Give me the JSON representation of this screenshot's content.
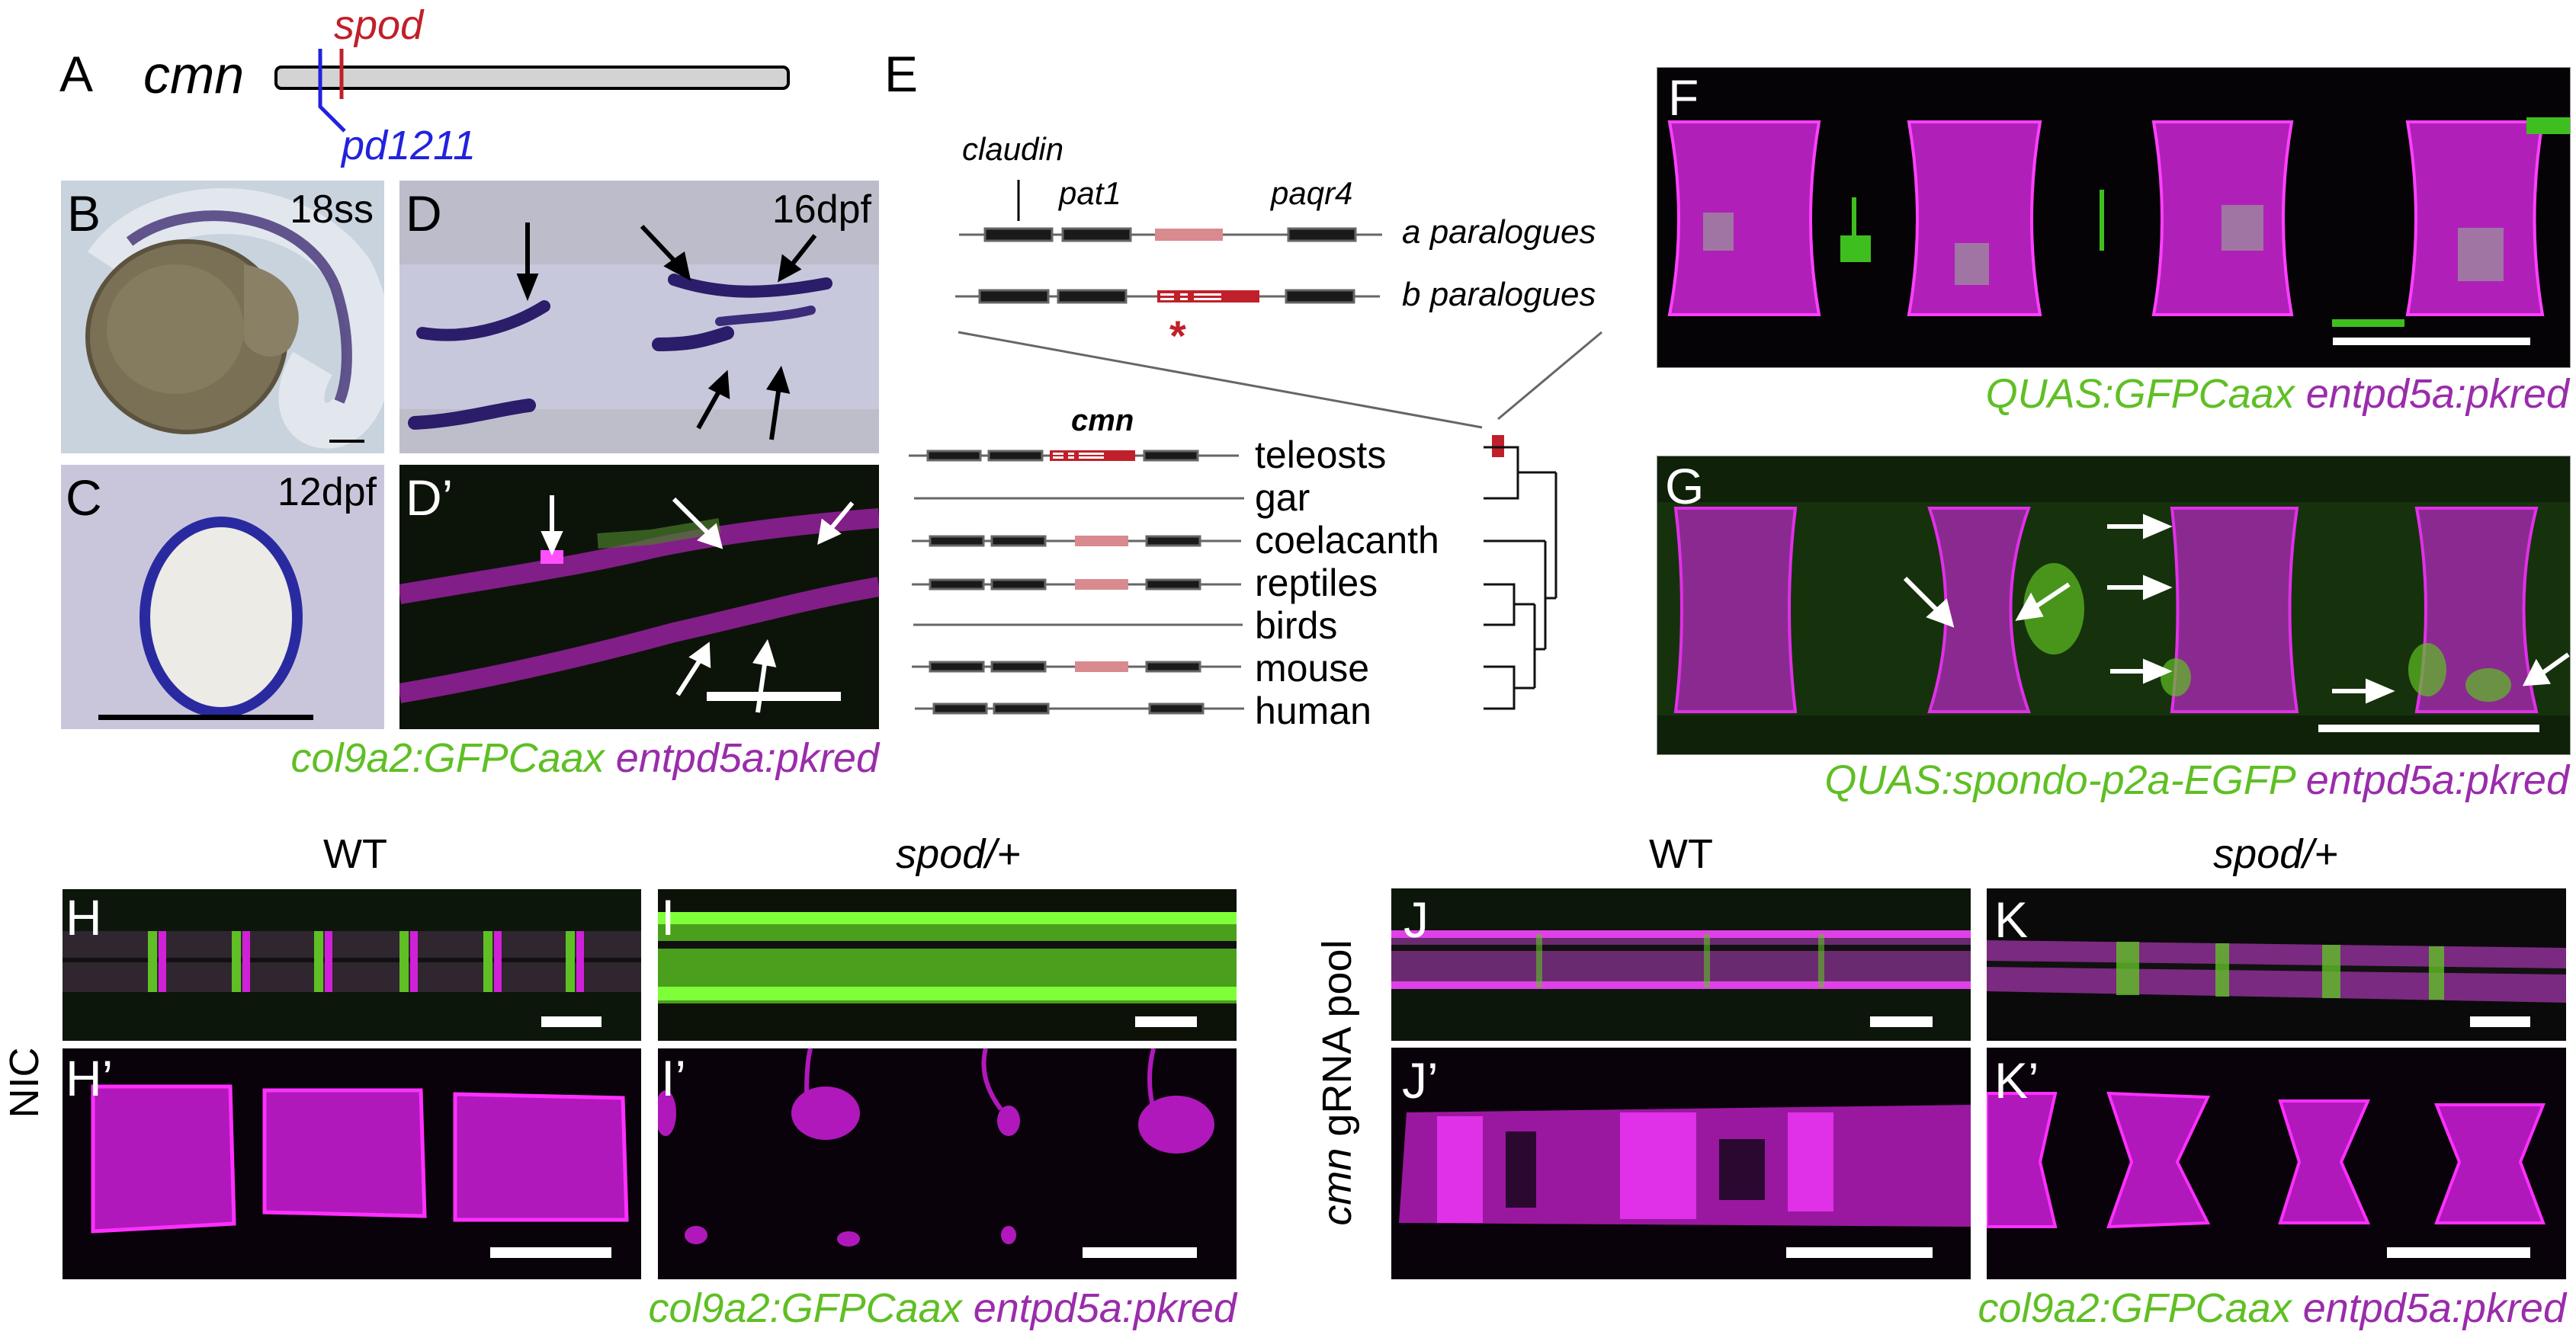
{
  "panel_labels": {
    "A": "A",
    "B": "B",
    "C": "C",
    "D": "D",
    "D_prime": "D’",
    "E": "E",
    "F": "F",
    "G": "G",
    "H": "H",
    "H_prime": "H’",
    "I": "I",
    "I_prime": "I’",
    "J": "J",
    "J_prime": "J’",
    "K": "K",
    "K_prime": "K’"
  },
  "panel_a": {
    "gene": "cmn",
    "allele_spod": "spod",
    "allele_pd1211": "pd1211"
  },
  "stages": {
    "B": "18ss",
    "C": "12dpf",
    "D": "16dpf"
  },
  "captions": {
    "d_green": "col9a2:GFPCaax",
    "d_purple": "entpd5a:pkred",
    "f_green": "QUAS:GFPCaax",
    "f_purple": "entpd5a:pkred",
    "g_green": "QUAS:spondo-p2a-EGFP",
    "g_purple": "entpd5a:pkred",
    "hi_green": "col9a2:GFPCaax",
    "hi_purple": "entpd5a:pkred",
    "jk_green": "col9a2:GFPCaax",
    "jk_purple": "entpd5a:pkred"
  },
  "panel_e": {
    "genes": {
      "claudin": "claudin",
      "pat1": "pat1",
      "paqr4": "paqr4"
    },
    "rows": {
      "a": "a paralogues",
      "b": "b paralogues"
    },
    "asterisk": "*",
    "cmn": "cmn",
    "species": [
      "teleosts",
      "gar",
      "coelacanth",
      "reptiles",
      "birds",
      "mouse",
      "human"
    ]
  },
  "columns": {
    "wt_left": "WT",
    "spod_left": "spod/+",
    "wt_right": "WT",
    "spod_right": "spod/+"
  },
  "row_labels": {
    "nic": "NIC",
    "gRNA_italic": "cmn",
    "gRNA_rest": " gRNA pool"
  },
  "colors": {
    "green": "#5fbf24",
    "purple": "#9a2cab",
    "red": "#c0202a",
    "blue": "#2222dd",
    "magenta": "#e020e8"
  }
}
